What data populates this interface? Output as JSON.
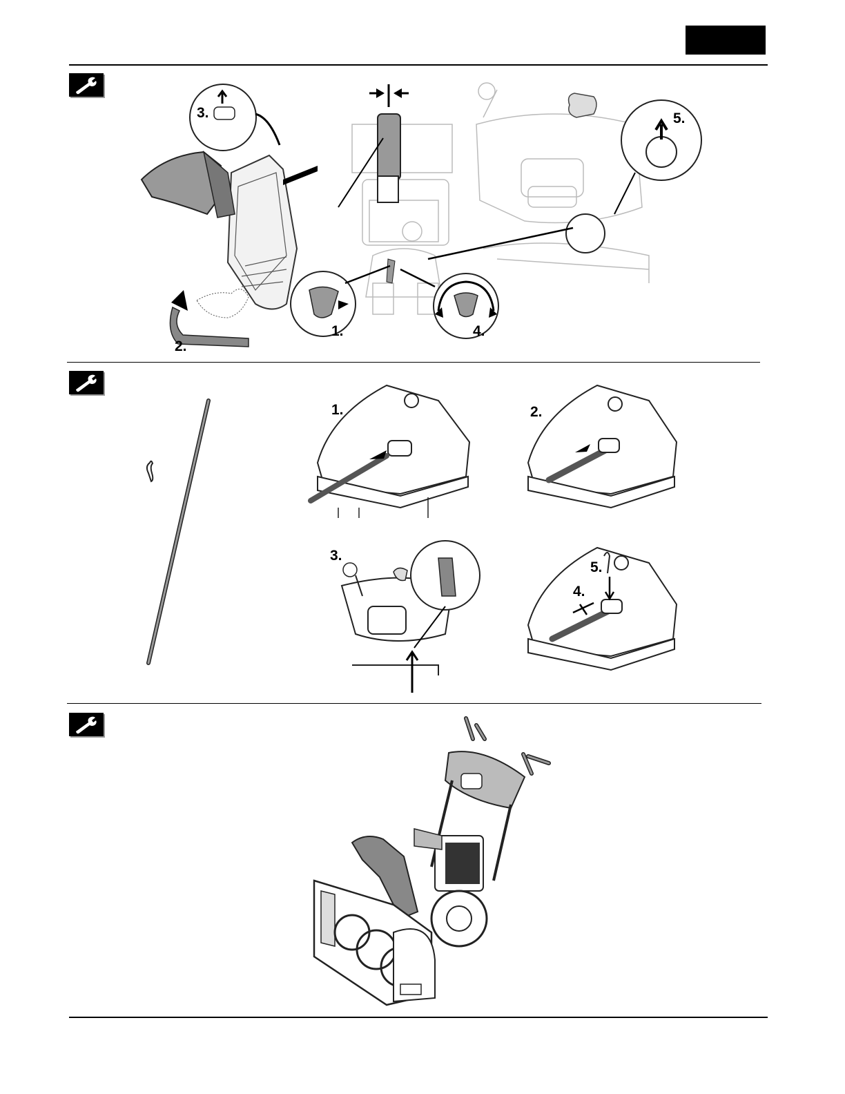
{
  "page": {
    "header_tab_color": "#000000",
    "section_icon": "wrench-icon"
  },
  "section1": {
    "callouts": [
      "1.",
      "2.",
      "3.",
      "4.",
      "5."
    ]
  },
  "section2": {
    "callouts": [
      "1.",
      "2.",
      "3.",
      "4.",
      "5."
    ]
  },
  "section3": {
    "callouts": []
  }
}
